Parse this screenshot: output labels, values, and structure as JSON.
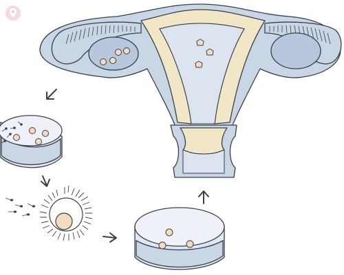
{
  "diagram": {
    "subject": "in-vitro-fertilization",
    "stages": [
      "egg-retrieval-from-ovary",
      "fertilization-in-petri-dish",
      "sperm-penetrating-egg",
      "embryo-culture",
      "embryo-transfer-to-uterus"
    ]
  },
  "colors": {
    "outline": "#3b3f45",
    "tissue_blue": "#c9d6e6",
    "tissue_blue_dark": "#9fb4cf",
    "cream": "#f1e6c6",
    "cream_dark": "#e6d7ab",
    "dish_fill": "#d7e1ee",
    "cell": "#f3dcc0",
    "arrow": "#3b3f45",
    "logo": "#f2c9c9"
  },
  "icons": {
    "logo": "brand-logo-icon",
    "arrows": [
      "arrow-down-left-icon",
      "arrow-down-icon",
      "arrow-right-icon",
      "arrow-up-icon"
    ]
  }
}
